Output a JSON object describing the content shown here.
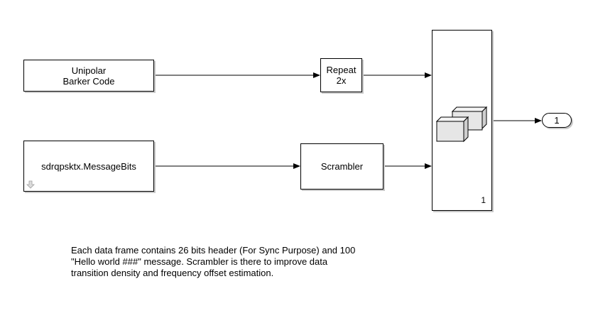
{
  "blocks": {
    "barker": {
      "line1": "Unipolar",
      "line2": "Barker Code"
    },
    "message_bits": {
      "label": "sdrqpsktx.MessageBits"
    },
    "repeat": {
      "line1": "Repeat",
      "line2": "2x"
    },
    "scrambler": {
      "label": "Scrambler"
    },
    "concatenate": {
      "label": "1"
    },
    "outport": {
      "label": "1"
    }
  },
  "annotation": {
    "line1": "Each data frame contains 26 bits header (For Sync Purpose) and 100",
    "line2": "\"Hello world ###\" message. Scrambler is there to improve data",
    "line3": "transition density and frequency offset estimation."
  },
  "icons": {
    "message_bits_port": "down-arrow-icon",
    "concatenate": "cubes-icon"
  },
  "colors": {
    "line": "#000000",
    "shadow": "#c8c8c8",
    "cube_face": "#e6e6e6",
    "cube_top": "#f4f4f4",
    "cube_side": "#cfcfcf"
  }
}
